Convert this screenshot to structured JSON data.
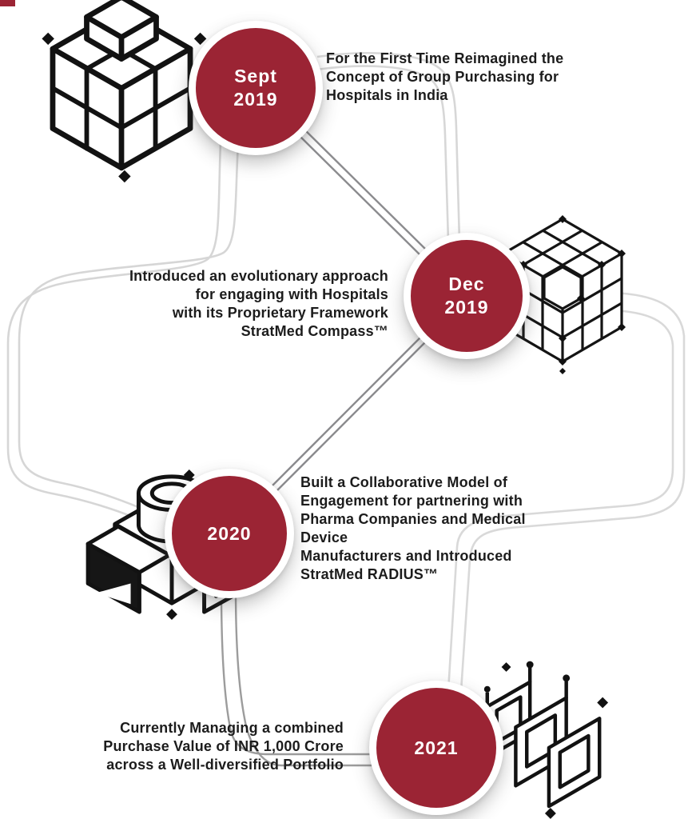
{
  "page": {
    "background": "#ffffff"
  },
  "colors": {
    "circle_fill": "#9b2434",
    "circle_text": "#ffffff",
    "body_text": "#1c1c1c",
    "line_art": "#121212",
    "connector_dark": "#8b8b8e",
    "connector_medium": "#9c9c9c",
    "connector_light": "#d7d7d7"
  },
  "timeline": {
    "milestones": [
      {
        "id": "sept-2019",
        "date": [
          "Sept",
          "2019"
        ],
        "description": [
          "For the First Time Reimagined the",
          "Concept of Group Purchasing for",
          "Hospitals in India"
        ],
        "illustration": "isometric-cubes-cluster"
      },
      {
        "id": "dec-2019",
        "date": [
          "Dec",
          "2019"
        ],
        "description": [
          "Introduced an evolutionary approach",
          "for engaging with Hospitals",
          "with its Proprietary Framework",
          "StratMed Compass™"
        ],
        "illustration": "isometric-rubik-cube"
      },
      {
        "id": "2020",
        "date": [
          "2020"
        ],
        "description": [
          "Built a Collaborative Model of",
          "Engagement for partnering with",
          "Pharma Companies and Medical Device",
          "Manufacturers and Introduced",
          "StratMed RADIUS™"
        ],
        "illustration": "isometric-cylinder-cube"
      },
      {
        "id": "2021",
        "date": [
          "2021"
        ],
        "description": [
          "Currently Managing a combined",
          "Purchase Value of INR 1,000 Crore",
          "across a Well-diversified Portfolio"
        ],
        "illustration": "isometric-frames"
      }
    ]
  }
}
